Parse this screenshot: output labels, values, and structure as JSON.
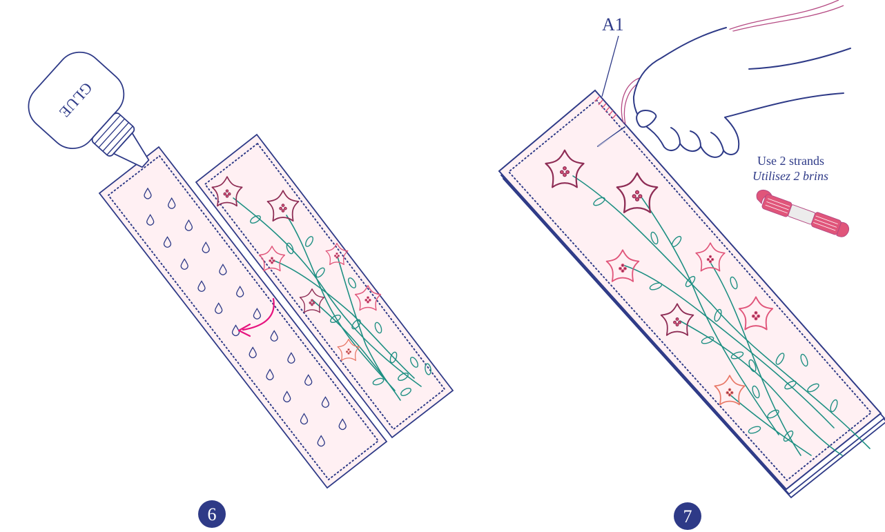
{
  "steps": [
    {
      "number": "6",
      "bottle_label": "GLUE"
    },
    {
      "number": "7",
      "point_label": "A1",
      "instruction_en": "Use 2 strands",
      "instruction_fr": "Utilisez 2 brins"
    }
  ],
  "colors": {
    "outline": "#2e3a87",
    "paper_fill": "#fff0f3",
    "stem_green": "#1d8f82",
    "flower_dark": "#8e2d55",
    "flower_pink": "#e0557a",
    "flower_salmon": "#e87766",
    "arrow_magenta": "#e6137e",
    "thread_mauve": "#b54a83",
    "badge_navy": "#2e3a87"
  },
  "icons": [
    "glue-bottle-icon",
    "fold-arrow-icon",
    "hand-icon",
    "needle-icon",
    "embroidery-floss-icon"
  ]
}
